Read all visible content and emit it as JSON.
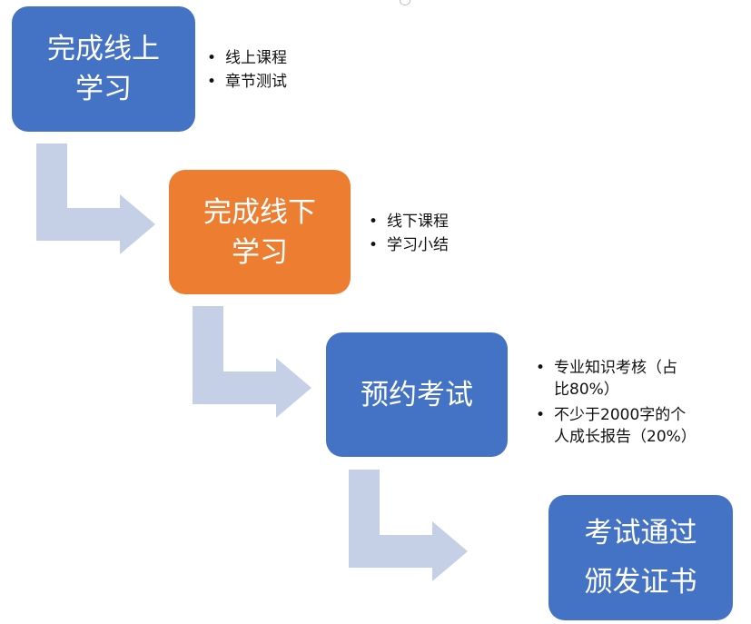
{
  "colors": {
    "blue": "#4472C4",
    "orange": "#ED7D31",
    "arrow": "#C5D0E6"
  },
  "steps": [
    {
      "lines": [
        "完成线上",
        "学习"
      ],
      "color": "#4472C4",
      "bullets": [
        "线上课程",
        "章节测试"
      ]
    },
    {
      "lines": [
        "完成线下",
        "学习"
      ],
      "color": "#ED7D31",
      "bullets": [
        "线下课程",
        "学习小结"
      ]
    },
    {
      "lines": [
        "预约考试"
      ],
      "color": "#4472C4",
      "bullets": [
        {
          "lines": [
            "专业知识考核（占",
            "比80%）"
          ]
        },
        {
          "lines": [
            "不少于2000字的个",
            "人成长报告（20%）"
          ]
        }
      ]
    },
    {
      "lines": [
        "考试通过",
        "颁发证书"
      ],
      "color": "#4472C4",
      "bullets": []
    }
  ],
  "bullet_symbol": "•"
}
